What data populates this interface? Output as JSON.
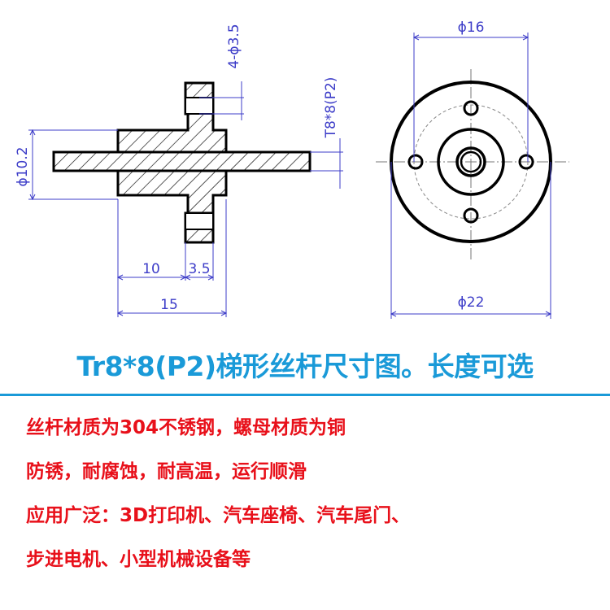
{
  "drawing": {
    "side_view": {
      "dim_thread": "T8*8(P2)",
      "dim_holes": "4-ϕ3.5",
      "dim_flange_dia": "ϕ10.2",
      "dim_len_10": "10",
      "dim_len_3_5": "3.5",
      "dim_len_15": "15"
    },
    "front_view": {
      "dim_bolt_circle": "ϕ16",
      "dim_outer_dia": "ϕ22"
    }
  },
  "title": "Tr8*8(P2)梯形丝杆尺寸图。长度可选",
  "features": [
    "丝杆材质为304不锈钢，螺母材质为铜",
    "防锈，耐腐蚀，耐高温，运行顺滑",
    "应用广泛：3D打印机、汽车座椅、汽车尾门、",
    "步进电机、小型机械设备等"
  ],
  "colors": {
    "outline": "#000000",
    "dimension": "#3c3cc8",
    "title": "#1a9ad8",
    "features": "#e8101a"
  }
}
